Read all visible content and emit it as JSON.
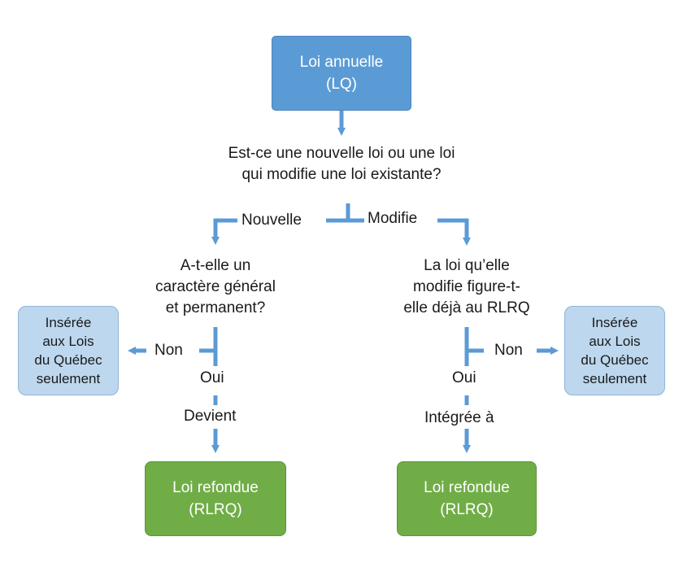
{
  "nodes": {
    "start": {
      "line1": "Loi annuelle",
      "line2": "(LQ)"
    },
    "question_main": {
      "line1": "Est-ce une nouvelle loi ou une loi",
      "line2": "qui modifie une loi existante?"
    },
    "question_left": {
      "line1": "A-t-elle un",
      "line2": "caractère général",
      "line3": "et permanent?"
    },
    "question_right": {
      "line1": "La loi qu’elle",
      "line2": "modifie figure-t-",
      "line3": "elle déjà au RLRQ"
    },
    "inserted_left": {
      "line1": "Insérée",
      "line2": "aux Lois",
      "line3": "du Québec",
      "line4": "seulement"
    },
    "inserted_right": {
      "line1": "Insérée",
      "line2": "aux Lois",
      "line3": "du Québec",
      "line4": "seulement"
    },
    "result_left": {
      "line1": "Loi refondue",
      "line2": "(RLRQ)"
    },
    "result_right": {
      "line1": "Loi refondue",
      "line2": "(RLRQ)"
    }
  },
  "edges": {
    "nouvelle": "Nouvelle",
    "modifie": "Modifie",
    "non_left": "Non",
    "non_right": "Non",
    "oui_left": "Oui",
    "oui_right": "Oui",
    "devient": "Devient",
    "integree": "Intégrée à"
  },
  "colors": {
    "primary_box": "#5b9bd5",
    "result_box": "#70ad47",
    "inserted_box": "#bdd7ee",
    "connector": "#5b9bd5"
  }
}
